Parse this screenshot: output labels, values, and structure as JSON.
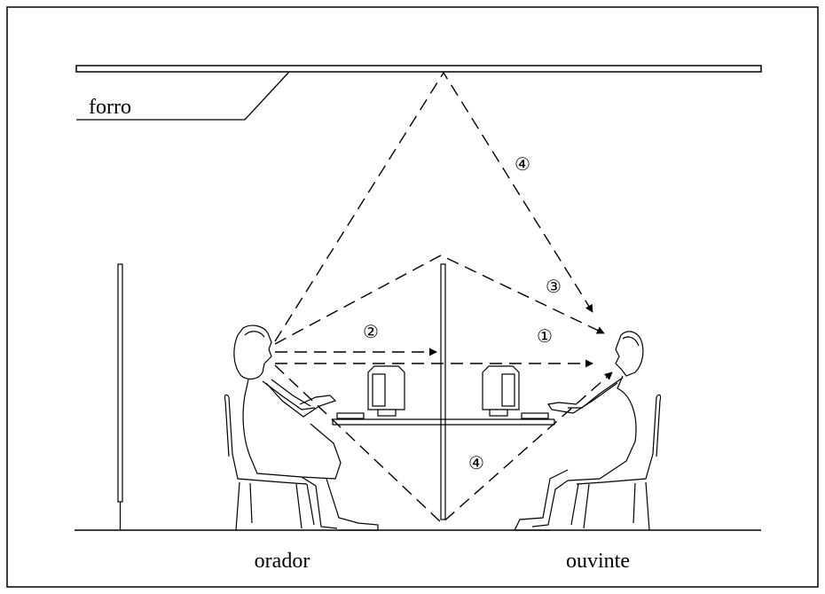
{
  "labels": {
    "ceiling": "forro",
    "speaker": "orador",
    "listener": "ouvinte"
  },
  "paths": {
    "p1": "①",
    "p2": "②",
    "p3": "③",
    "p4_top": "④",
    "p4_bottom": "④"
  }
}
